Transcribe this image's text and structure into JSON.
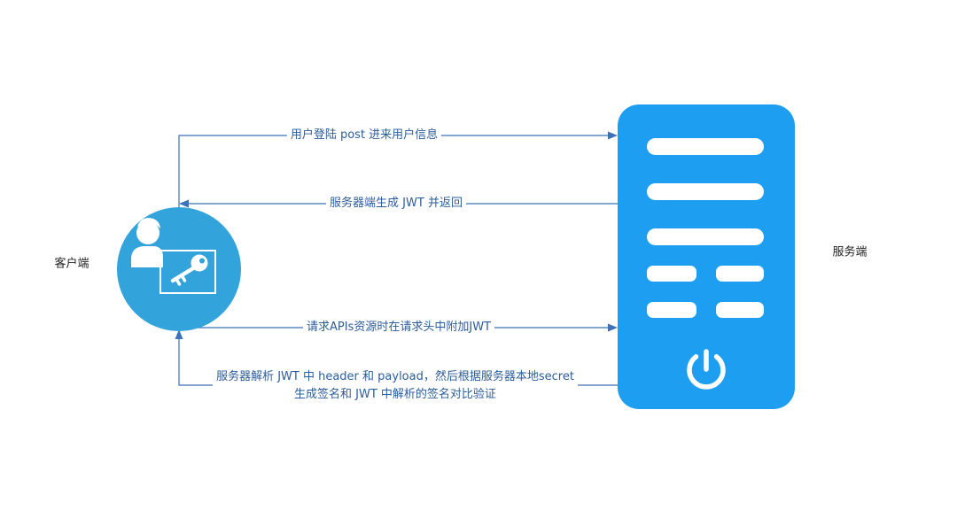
{
  "client": {
    "label": "客户端",
    "icons": [
      "user-icon",
      "monitor-icon",
      "key-icon"
    ]
  },
  "server": {
    "label": "服务端",
    "icons": [
      "server-icon",
      "power-icon"
    ]
  },
  "flows": {
    "login_request": "用户登陆 post 进来用户信息",
    "jwt_return": "服务器端生成 JWT 并返回",
    "api_request": "请求APIs资源时在请求头中附加JWT",
    "verify": {
      "line1": "服务器解析 JWT 中 header 和 payload，然后根据服务器本地secret",
      "line2": "生成签名和 JWT 中解析的签名对比验证"
    }
  },
  "colors": {
    "client_circle": "#33a3dc",
    "server_body": "#1d9ef0",
    "arrow": "#3b72b8",
    "label_text": "#2c5d9a",
    "side_text": "#222222"
  }
}
